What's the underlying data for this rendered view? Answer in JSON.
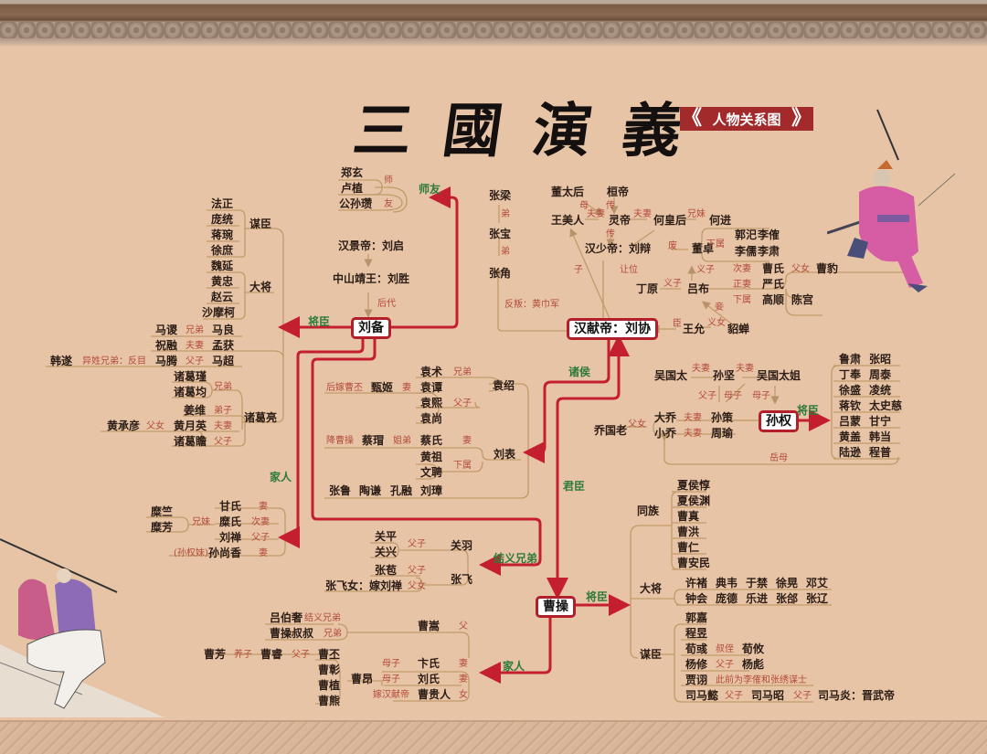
{
  "title": "三國演義",
  "subtitle": "人物关系图",
  "subtitle_brackets": {
    "left": "《",
    "right": "》"
  },
  "colors": {
    "background": "#e8c4a6",
    "accent_red": "#b31e2b",
    "relation_text": "#b24a3a",
    "category_green": "#2e7a3a",
    "line_tan": "#c19a6b"
  },
  "centers": {
    "liubei": "刘备",
    "xiandi": "汉献帝：刘协",
    "sunquan": "孙权",
    "caocao": "曹操"
  },
  "edges": {
    "shiyou": "师友",
    "jiangchen_lb": "将臣",
    "jiaren_lb": "家人",
    "jieyi": "结义兄弟",
    "zhuhou": "诸侯",
    "junchen": "君臣",
    "jiangchen_sq": "将臣",
    "jiangchen_cc": "将臣",
    "jiaren_cc": "家人"
  },
  "liubei_group": {
    "mentors": {
      "names": [
        "郑玄",
        "卢植",
        "公孙瓒"
      ],
      "rel_teacher": "师",
      "rel_friend": "友"
    },
    "lineage": {
      "emperor": "汉景帝：刘启",
      "prince": "中山靖王：刘胜",
      "rel": "后代"
    },
    "advisors": {
      "label": "谋臣",
      "names": [
        "法正",
        "庞统",
        "蒋琬",
        "徐庶"
      ]
    },
    "generals": {
      "label": "大将",
      "names": [
        "魏延",
        "黄忠",
        "赵云",
        "沙摩柯"
      ]
    },
    "pairs": [
      {
        "a": "马谡",
        "rel": "兄弟",
        "b": "马良"
      },
      {
        "a": "祝融",
        "rel": "夫妻",
        "b": "孟获"
      },
      {
        "pre": "韩遂",
        "pre_rel": "异姓兄弟：反目",
        "a": "马腾",
        "rel": "父子",
        "b": "马超"
      }
    ],
    "zhuge": {
      "name": "诸葛亮",
      "brothers": [
        "诸葛瑾",
        "诸葛均"
      ],
      "rel_brothers": "兄弟",
      "student": "姜维",
      "rel_student": "弟子",
      "wife": "黄月英",
      "rel_wife": "夫妻",
      "wife_father": "黄承彦",
      "rel_wife_father": "父女",
      "son": "诸葛瞻",
      "rel_son": "父子"
    },
    "family": {
      "mi_siblings": [
        "糜竺",
        "糜芳"
      ],
      "rel_mi": "兄妹",
      "members": [
        {
          "name": "甘氏",
          "rel": "妻"
        },
        {
          "name": "糜氏",
          "rel": "次妻"
        },
        {
          "name": "刘禅",
          "rel": "父子"
        },
        {
          "prefix": "(孙权妹)",
          "name": "孙尚香",
          "rel": "妻"
        }
      ]
    },
    "brothers": {
      "guanyu": "关羽",
      "guan_sons": [
        "关平",
        "关兴"
      ],
      "rel_guan": "父子",
      "zhangfei": "张飞",
      "zhang_son": "张苞",
      "rel_zhang_son": "父子",
      "zhang_daughter": "张飞女：嫁刘禅",
      "rel_zhang_daughter": "父女"
    }
  },
  "han_group": {
    "rebels": {
      "names": [
        "张梁",
        "张宝",
        "张角"
      ],
      "rel": "弟",
      "label": "反叛：黄巾军"
    },
    "court": {
      "dong_taihou": "董太后",
      "huandi": "桓帝",
      "wang_meiren": "王美人",
      "lingdi": "灵帝",
      "he_huanghou": "何皇后",
      "he_jin": "何进",
      "shaodi": "汉少帝：刘辩",
      "rel_mother": "母",
      "rel_chuan1": "传",
      "rel_chuan2": "传",
      "rel_couple1": "夫妻",
      "rel_couple2": "夫妻",
      "rel_siblings": "兄妹",
      "rel_son": "子",
      "rel_abdicate": "让位"
    },
    "dongzhuo": {
      "name": "董卓",
      "rel_depose": "废",
      "rel_sub": "下属",
      "subs": [
        [
          "郭汜",
          "李傕"
        ],
        [
          "李儒",
          "李肃"
        ]
      ]
    },
    "lvbu": {
      "name": "吕布",
      "dingyuan": "丁原",
      "rel_ding": "义子",
      "rel_dong": "义子",
      "wives": [
        {
          "rel": "次妻",
          "name": "曹氏",
          "rel2": "父女",
          "name2": "曹豹"
        },
        {
          "rel": "正妻",
          "name": "严氏"
        },
        {
          "rel": "下属",
          "name": "高顺",
          "name2": "陈宫"
        }
      ],
      "diaochan": "貂蝉",
      "rel_diaochan": "妾",
      "wangyun": "王允",
      "rel_wangyun": "义女",
      "rel_minister": "臣"
    }
  },
  "warlords": {
    "yuanshao": {
      "name": "袁绍",
      "brother": "袁术",
      "rel_brother": "兄弟",
      "sons": [
        "袁谭",
        "袁熙",
        "袁尚"
      ],
      "rel_sons": "父子",
      "zhenji_pre": "后嫁曹丕",
      "zhenji": "甄姬",
      "rel_zhenji": "妻"
    },
    "liubiao": {
      "name": "刘表",
      "caimao_pre": "降曹操",
      "caimao": "蔡瑁",
      "rel_caimao": "姐弟",
      "wife": "蔡氏",
      "rel_wife": "妻",
      "subs": [
        "黄祖",
        "文聘"
      ],
      "rel_subs": "下属"
    },
    "others": [
      "张鲁",
      "陶谦",
      "孔融",
      "刘璋"
    ]
  },
  "sun_group": {
    "wuguotai": "吴国太",
    "sunjian": "孙坚",
    "wuguotaijie": "吴国太姐",
    "rel_couple_a": "夫妻",
    "rel_couple_b": "夫妻",
    "rel_fz": "父子",
    "rel_mz1": "母子",
    "rel_mz2": "母子",
    "qiaoguolao": "乔国老",
    "rel_qiao": "父女",
    "daqiao": "大乔",
    "xiaoqiao": "小乔",
    "rel_dq": "夫妻",
    "rel_xq": "夫妻",
    "sunce": "孙策",
    "zhouyu": "周瑜",
    "rel_yuemu": "岳母",
    "officers": [
      [
        "鲁肃",
        "张昭"
      ],
      [
        "丁奉",
        "周泰"
      ],
      [
        "徐盛",
        "凌统"
      ],
      [
        "蒋钦",
        "太史慈"
      ],
      [
        "吕蒙",
        "甘宁"
      ],
      [
        "黄盖",
        "韩当"
      ],
      [
        "陆逊",
        "程普"
      ]
    ]
  },
  "cao_group": {
    "clan": {
      "label": "同族",
      "names": [
        "夏侯惇",
        "夏侯渊",
        "曹真",
        "曹洪",
        "曹仁",
        "曹安民"
      ]
    },
    "generals": {
      "label": "大将",
      "rows": [
        [
          "许褚",
          "典韦",
          "于禁",
          "徐晃",
          "邓艾"
        ],
        [
          "钟会",
          "庞德",
          "乐进",
          "张郃",
          "张辽"
        ]
      ]
    },
    "advisors": {
      "label": "谋臣",
      "rows": [
        {
          "name": "郭嘉"
        },
        {
          "name": "程昱"
        },
        {
          "name": "荀彧",
          "rel": "叔侄",
          "name2": "荀攸"
        },
        {
          "name": "杨修",
          "rel": "父子",
          "name2": "杨彪"
        },
        {
          "name": "贾诩",
          "rel": "此前为李傕和张绣谋士"
        },
        {
          "name": "司马懿",
          "rel": "父子",
          "name2": "司马昭",
          "rel2": "父子",
          "name3": "司马炎：晋武帝"
        }
      ]
    },
    "family": {
      "lvboshe": "吕伯奢",
      "rel_lvboshe": "结义兄弟",
      "uncle": "曹操叔叔",
      "rel_uncle": "兄弟",
      "father": "曹嵩",
      "rel_father": "父",
      "caofang": "曹芳",
      "rel_caofang": "养子",
      "caorui": "曹睿",
      "rel_caorui": "父子",
      "sons": [
        "曹丕",
        "曹彰",
        "曹植",
        "曹熊"
      ],
      "caoang": "曹昂",
      "rel_ang1": "母子",
      "rel_ang2": "母子",
      "bianshi": "卞氏",
      "rel_bian": "妻",
      "liushi": "刘氏",
      "rel_liu": "妻",
      "caoguiren_pre": "嫁汉献帝",
      "caoguiren": "曹贵人",
      "rel_gui": "女"
    }
  }
}
